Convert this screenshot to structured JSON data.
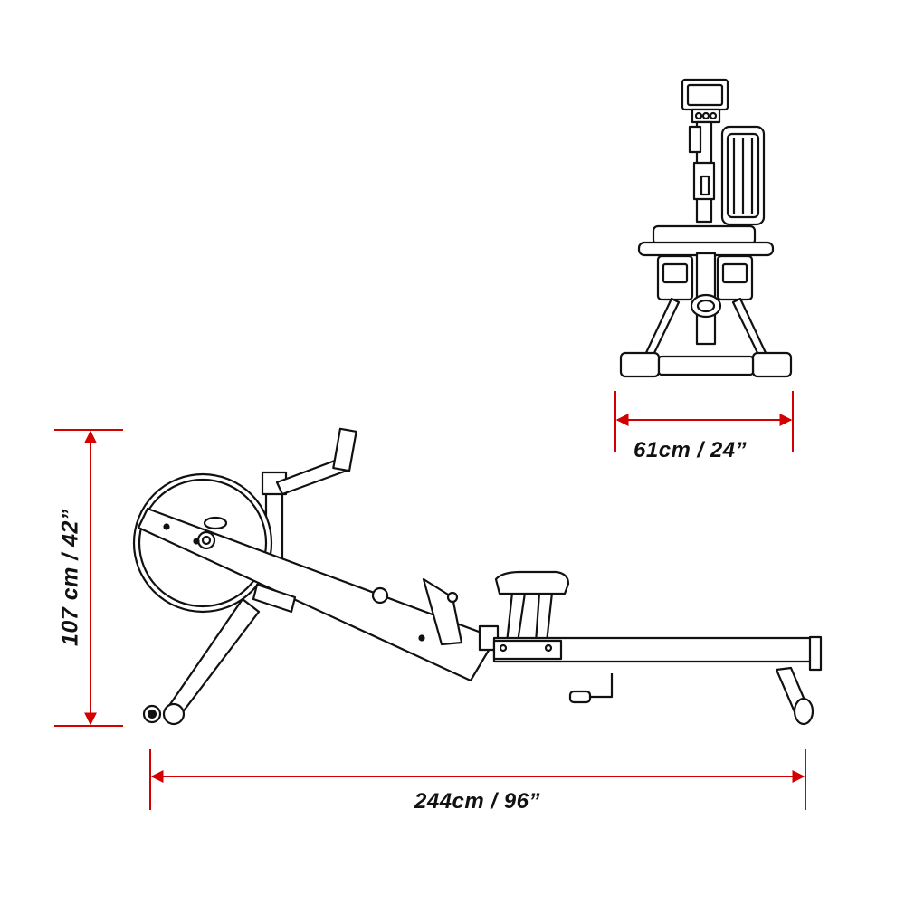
{
  "dimensions": {
    "width_label": "61cm / 24”",
    "length_label": "244cm / 96”",
    "height_label": "107 cm / 42”"
  },
  "colors": {
    "dimension_line": "#d40000",
    "outline": "#111111",
    "fill": "#ffffff"
  }
}
